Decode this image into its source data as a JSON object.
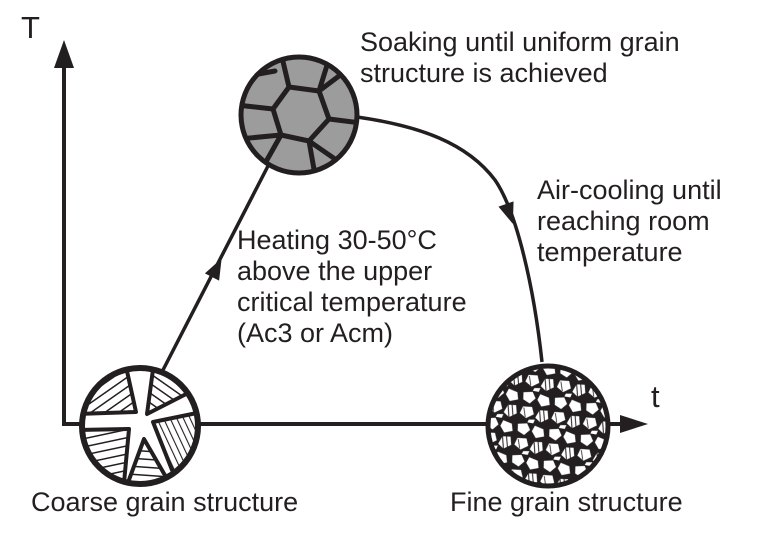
{
  "figure": {
    "background_color": "#ffffff",
    "ink_color": "#231f20",
    "soaking_grain_fill": "#9c9c9c",
    "axes": {
      "y_label": "T",
      "x_label": "t"
    },
    "annotations": {
      "soaking": [
        "Soaking until uniform grain",
        "structure is achieved"
      ],
      "cooling": [
        "Air-cooling until",
        "reaching room",
        "temperature"
      ],
      "heating": [
        "Heating 30-50°C",
        "above the upper",
        "critical temperature",
        "(Ac3 or Acm)"
      ],
      "coarse_caption": "Coarse grain structure",
      "fine_caption": "Fine grain structure"
    }
  }
}
